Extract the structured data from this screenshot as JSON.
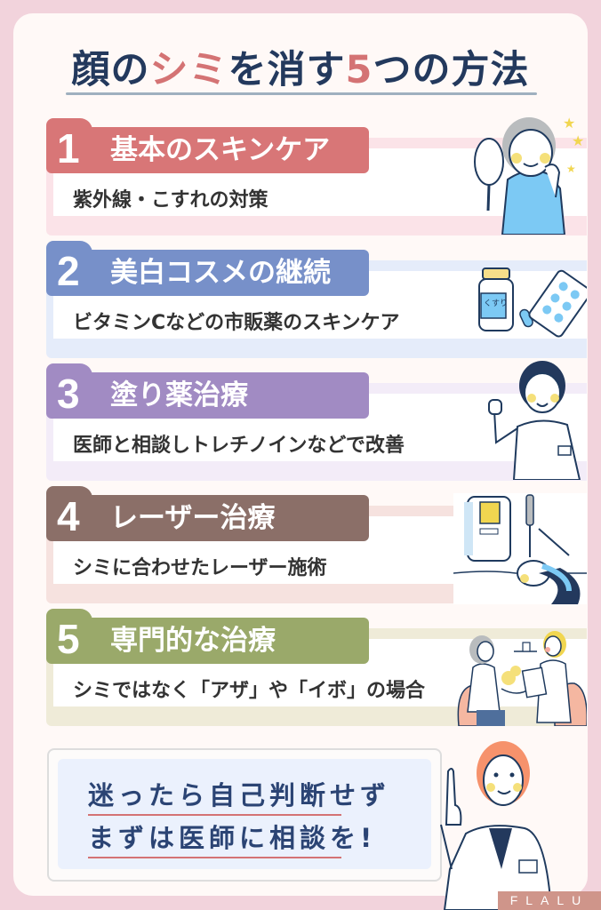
{
  "title": {
    "part1": "顔の",
    "accent1": "シミ",
    "part2": "を消す",
    "accent2": "5",
    "part3": "つの方法"
  },
  "items": [
    {
      "number": "1",
      "heading": "基本のスキンケア",
      "description": "紫外線・こすれの対策",
      "color": "#d87677",
      "band_color": "#fbe3e8",
      "illustration": "woman-with-mirror-icon"
    },
    {
      "number": "2",
      "heading": "美白コスメの継続",
      "description": "ビタミンCなどの市販薬のスキンケア",
      "color": "#7790c9",
      "band_color": "#e5ecfa",
      "illustration": "medicine-bottle-and-pills-icon"
    },
    {
      "number": "3",
      "heading": "塗り薬治療",
      "description": "医師と相談しトレチノインなどで改善",
      "color": "#a18bc3",
      "band_color": "#f3ecf8",
      "illustration": "nurse-cheering-icon"
    },
    {
      "number": "4",
      "heading": "レーザー治療",
      "description": "シミに合わせたレーザー施術",
      "color": "#8b6f68",
      "band_color": "#f6e2df",
      "illustration": "laser-treatment-icon"
    },
    {
      "number": "5",
      "heading": "専門的な治療",
      "description": "シミではなく「アザ」や「イボ」の場合",
      "color": "#9aa96a",
      "band_color": "#efebd8",
      "illustration": "doctor-consultation-icon"
    }
  ],
  "callout": {
    "line1": "迷ったら自己判断せず",
    "line2": "まずは医師に相談を!",
    "illustration": "doctor-pointing-up-icon"
  },
  "logo": "FLALU"
}
